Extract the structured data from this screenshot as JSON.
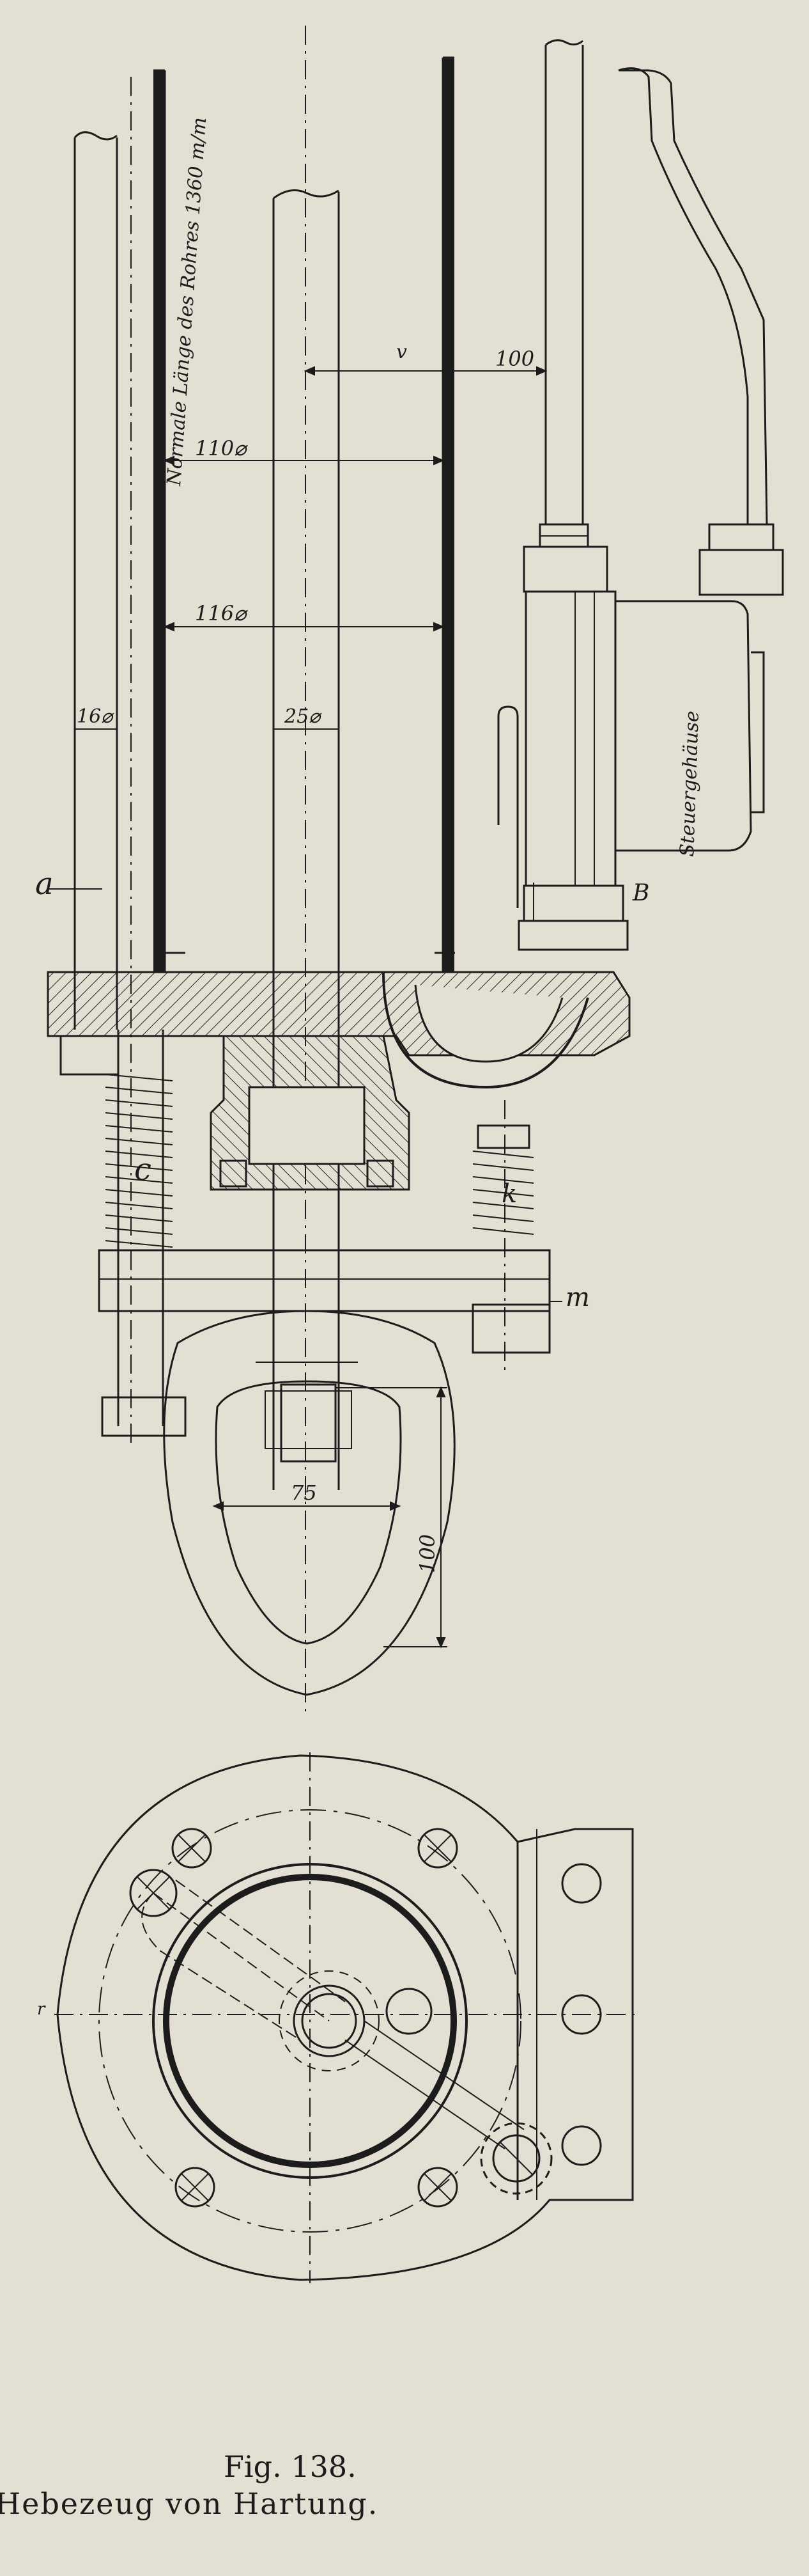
{
  "labels": {
    "tube_length": "Normale Länge des Rohres 1360 m/m",
    "dim_v": "v",
    "dim_100_top": "100",
    "dim_110": "110⌀",
    "dim_116": "116⌀",
    "dim_16": "16⌀",
    "dim_25": "25⌀",
    "steuergehaeuse": "Steuergehäuse",
    "letter_a": "a",
    "letter_b": "B",
    "letter_c": "c",
    "letter_k": "k",
    "letter_m": "m",
    "dim_75": "75",
    "dim_100_eye": "100",
    "letter_r": "r"
  },
  "caption": {
    "figure": "Fig. 138.",
    "text": "Hebezeug von Hartung."
  }
}
